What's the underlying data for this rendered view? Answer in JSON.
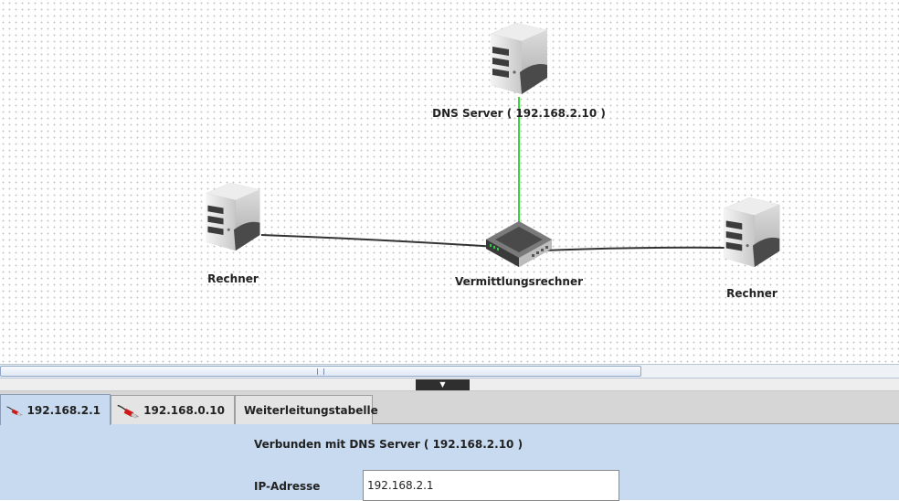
{
  "network": {
    "nodes": {
      "dns_server": {
        "label": "DNS Server ( 192.168.2.10 )"
      },
      "left_computer": {
        "label": "Rechner"
      },
      "switch": {
        "label": "Vermittlungsrechner"
      },
      "right_computer": {
        "label": "Rechner"
      }
    },
    "link_colors": {
      "active": "#38d838",
      "normal": "#333333"
    }
  },
  "tabs": [
    {
      "label": "192.168.2.1",
      "icon": "network-cable-icon",
      "active": true
    },
    {
      "label": "192.168.0.10",
      "icon": "network-cable-icon",
      "active": false
    },
    {
      "label": "Weiterleitungstabelle",
      "active": false
    }
  ],
  "panel": {
    "connected_text": "Verbunden mit DNS Server ( 192.168.2.10 )",
    "ip_label": "IP-Adresse",
    "ip_value": "192.168.2.1"
  },
  "colors": {
    "panel_bg": "#c8daf0",
    "tab_bar": "#d6d6d6"
  }
}
